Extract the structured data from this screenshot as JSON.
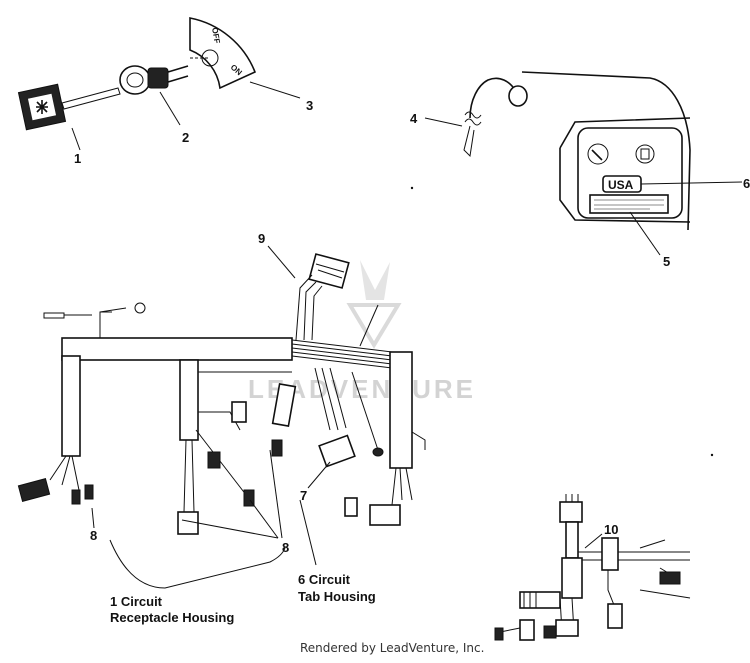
{
  "callouts": {
    "c1": "1",
    "c2": "2",
    "c3": "3",
    "c4": "4",
    "c5": "5",
    "c6": "6",
    "c7": "7",
    "c8a": "8",
    "c8b": "8",
    "c9": "9",
    "c10": "10"
  },
  "switch_plate": {
    "off": "OFF",
    "on": "ON"
  },
  "decal": {
    "usa": "USA"
  },
  "captions": {
    "one_circuit_line1": "1 Circuit",
    "one_circuit_line2": "Receptacle Housing",
    "six_circuit_line1": "6 Circuit",
    "six_circuit_line2": "Tab Housing"
  },
  "watermark": "LEADVENTURE",
  "footer": "Rendered by LeadVenture, Inc."
}
